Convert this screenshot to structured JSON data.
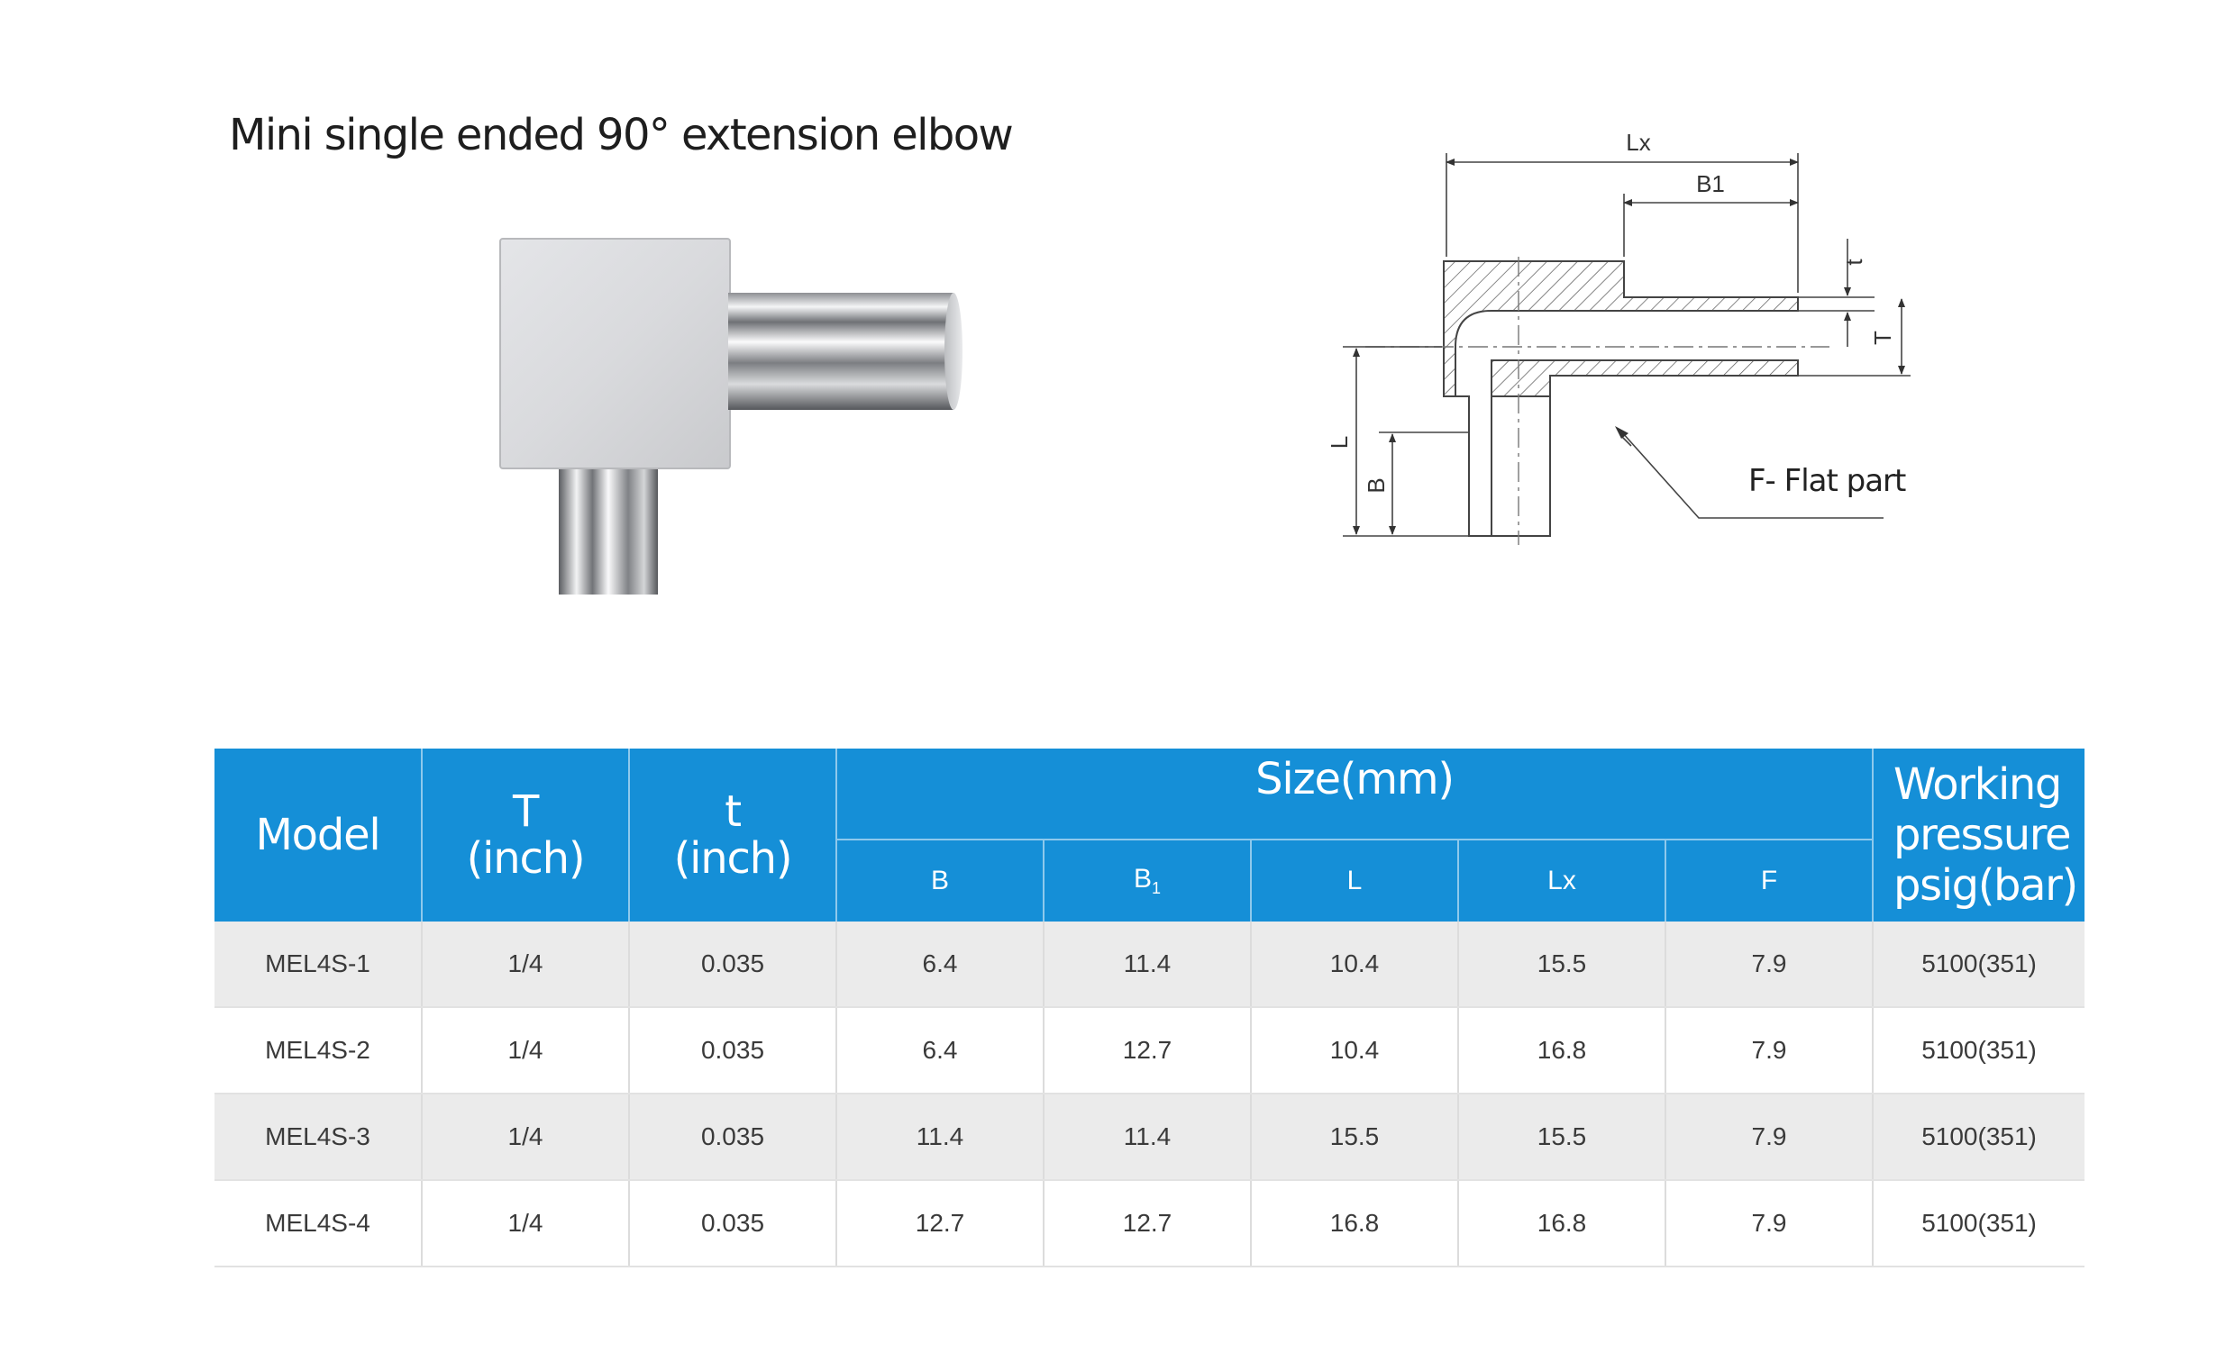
{
  "title": "Mini single ended 90° extension elbow",
  "diagram": {
    "dim_lx": "Lx",
    "dim_b1": "B1",
    "dim_t_small": "t",
    "dim_t_big": "T",
    "dim_l": "L",
    "dim_b": "B",
    "callout": "F- Flat part"
  },
  "table": {
    "headers": {
      "model": "Model",
      "t_big": "T",
      "t_big_unit": "(inch)",
      "t_small": "t",
      "t_small_unit": "(inch)",
      "size": "Size(mm)",
      "b": "B",
      "b1": "B",
      "b1_sub": "1",
      "l": "L",
      "lx": "Lx",
      "f": "F",
      "working_1": "Working",
      "working_2": "pressure",
      "working_3": "psig(bar)"
    },
    "rows": [
      {
        "model": "MEL4S-1",
        "T": "1/4",
        "t": "0.035",
        "B": "6.4",
        "B1": "11.4",
        "L": "10.4",
        "Lx": "15.5",
        "F": "7.9",
        "wp": "5100(351)"
      },
      {
        "model": "MEL4S-2",
        "T": "1/4",
        "t": "0.035",
        "B": "6.4",
        "B1": "12.7",
        "L": "10.4",
        "Lx": "16.8",
        "F": "7.9",
        "wp": "5100(351)"
      },
      {
        "model": "MEL4S-3",
        "T": "1/4",
        "t": "0.035",
        "B": "11.4",
        "B1": "11.4",
        "L": "15.5",
        "Lx": "15.5",
        "F": "7.9",
        "wp": "5100(351)"
      },
      {
        "model": "MEL4S-4",
        "T": "1/4",
        "t": "0.035",
        "B": "12.7",
        "B1": "12.7",
        "L": "16.8",
        "Lx": "16.8",
        "F": "7.9",
        "wp": "5100(351)"
      }
    ]
  },
  "colors": {
    "header_blue": "#158fd7",
    "row_shade": "#ebebeb"
  }
}
